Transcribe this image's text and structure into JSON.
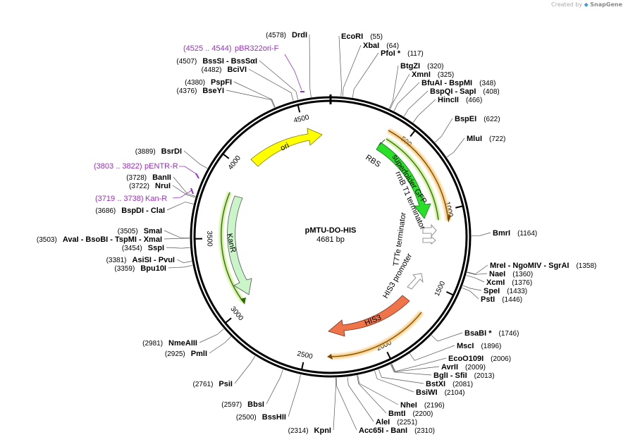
{
  "credit": {
    "prefix": "Created by",
    "brand": "SnapGene"
  },
  "plasmid": {
    "name": "pMTU-DO-HIS",
    "length_label": "4681 bp",
    "length": 4681
  },
  "ticks": [
    "500",
    "1000",
    "1500",
    "2000",
    "2500",
    "3000",
    "3500",
    "4000",
    "4500"
  ],
  "features": [
    {
      "label": "ori",
      "color": "#ffff00"
    },
    {
      "label": "superfolder GFP",
      "color": "#27e027"
    },
    {
      "label": "KanR",
      "color": "#c9f5c9"
    },
    {
      "label": "HIS3",
      "color": "#f0744a"
    },
    {
      "label": "RBS",
      "color": ""
    },
    {
      "label": "rrnB T1 terminator",
      "color": ""
    },
    {
      "label": "T7Te terminator",
      "color": ""
    },
    {
      "label": "HIS3 promoter",
      "color": ""
    }
  ],
  "sites": [
    {
      "name": "DrdI",
      "pos": "(4578)"
    },
    {
      "name": "EcoRI",
      "pos": "(55)"
    },
    {
      "name": "XbaI",
      "pos": "(64)"
    },
    {
      "name": "PfoI *",
      "pos": "(117)"
    },
    {
      "name": "BtgZI",
      "pos": "(320)"
    },
    {
      "name": "XmnI",
      "pos": "(325)"
    },
    {
      "name": "BfuAI  -  BspMI",
      "pos": "(348)"
    },
    {
      "name": "BspQI  -  SapI",
      "pos": "(408)"
    },
    {
      "name": "HincII",
      "pos": "(466)"
    },
    {
      "name": "BspEI",
      "pos": "(622)"
    },
    {
      "name": "MluI",
      "pos": "(722)"
    },
    {
      "name": "BmrI",
      "pos": "(1164)"
    },
    {
      "name": "MreI  -  NgoMIV  -  SgrAI",
      "pos": "(1358)"
    },
    {
      "name": "NaeI",
      "pos": "(1360)"
    },
    {
      "name": "XcmI",
      "pos": "(1376)"
    },
    {
      "name": "SpeI",
      "pos": "(1433)"
    },
    {
      "name": "PstI",
      "pos": "(1446)"
    },
    {
      "name": "BsaBI *",
      "pos": "(1746)"
    },
    {
      "name": "MscI",
      "pos": "(1896)"
    },
    {
      "name": "EcoO109I",
      "pos": "(2006)"
    },
    {
      "name": "AvrII",
      "pos": "(2009)"
    },
    {
      "name": "BglI  -  SfiI",
      "pos": "(2013)"
    },
    {
      "name": "BstXI",
      "pos": "(2081)"
    },
    {
      "name": "BsiWI",
      "pos": "(2104)"
    },
    {
      "name": "NheI",
      "pos": "(2196)"
    },
    {
      "name": "BmtI",
      "pos": "(2200)"
    },
    {
      "name": "AleI",
      "pos": "(2251)"
    },
    {
      "name": "Acc65I  -  BanI",
      "pos": "(2310)"
    },
    {
      "name": "KpnI",
      "pos": "(2314)"
    },
    {
      "name": "BssHII",
      "pos": "(2500)"
    },
    {
      "name": "BbsI",
      "pos": "(2597)"
    },
    {
      "name": "PsiI",
      "pos": "(2761)"
    },
    {
      "name": "PmlI",
      "pos": "(2925)"
    },
    {
      "name": "NmeAIII",
      "pos": "(2981)"
    },
    {
      "name": "Bpu10I",
      "pos": "(3359)"
    },
    {
      "name": "AsiSI  -  PvuI",
      "pos": "(3381)"
    },
    {
      "name": "SspI",
      "pos": "(3454)"
    },
    {
      "name": "AvaI  -  BsoBI  -  TspMI  -  XmaI",
      "pos": "(3503)"
    },
    {
      "name": "SmaI",
      "pos": "(3505)"
    },
    {
      "name": "BspDI  -  ClaI",
      "pos": "(3686)"
    },
    {
      "name": "NruI",
      "pos": "(3722)"
    },
    {
      "name": "BanII",
      "pos": "(3728)"
    },
    {
      "name": "BsrDI",
      "pos": "(3889)"
    },
    {
      "name": "BseYI",
      "pos": "(4376)"
    },
    {
      "name": "PspFI",
      "pos": "(4380)"
    },
    {
      "name": "BciVI",
      "pos": "(4482)"
    },
    {
      "name": "BssSI  -  BssSαI",
      "pos": "(4507)"
    }
  ],
  "primers": [
    {
      "range": "(4525 .. 4544)",
      "name": "pBR322ori-F"
    },
    {
      "range": "(3803 .. 3822)",
      "name": "pENTR-R"
    },
    {
      "range": "(3719 .. 3738)",
      "name": "Kan-R"
    }
  ]
}
